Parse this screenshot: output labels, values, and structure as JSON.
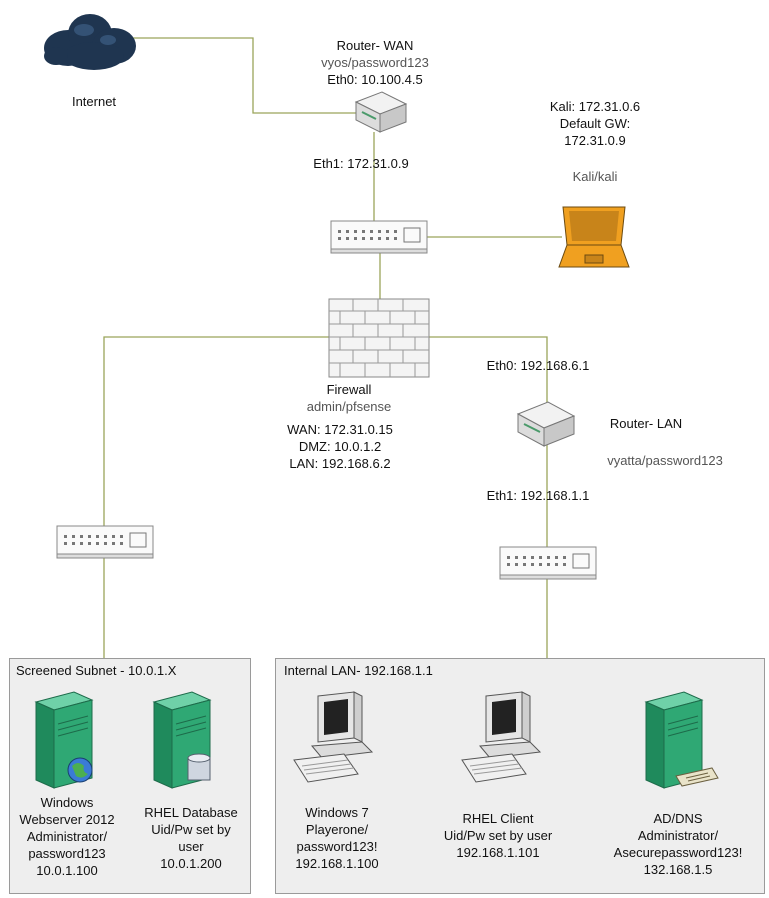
{
  "internet": {
    "label": "Internet"
  },
  "router_wan": {
    "title": "Router- WAN",
    "creds": "vyos/password123",
    "eth0": "Eth0: 10.100.4.5",
    "eth1": "Eth1: 172.31.0.9"
  },
  "kali": {
    "line1": "Kali: 172.31.0.6",
    "line2": "Default GW:",
    "line3": "172.31.0.9",
    "creds": "Kali/kali"
  },
  "firewall": {
    "title": "Firewall",
    "creds": "admin/pfsense",
    "wan": "WAN: 172.31.0.15",
    "dmz": "DMZ: 10.0.1.2",
    "lan": "LAN: 192.168.6.2"
  },
  "router_lan": {
    "title": "Router- LAN",
    "eth0": "Eth0: 192.168.6.1",
    "creds": "vyatta/password123",
    "eth1": "Eth1: 192.168.1.1"
  },
  "screened": {
    "title": "Screened Subnet - 10.0.1.X",
    "web": [
      "Windows",
      "Webserver 2012",
      "Administrator/",
      "password123",
      "10.0.1.100"
    ],
    "db": [
      "RHEL Database",
      "Uid/Pw set by",
      "user",
      "10.0.1.200"
    ]
  },
  "internal": {
    "title": "Internal LAN- 192.168.1.1",
    "win7": [
      "Windows 7",
      "Playerone/",
      "password123!",
      "192.168.1.100"
    ],
    "rhel": [
      "RHEL Client",
      "Uid/Pw set by user",
      "192.168.1.101"
    ],
    "ad": [
      "AD/DNS",
      "Administrator/",
      "Asecurepassword123!",
      "132.168.1.5"
    ]
  },
  "colors": {
    "link": "#9aa55a",
    "server": "#2fa874",
    "zone_bg": "#eeeeee",
    "laptop": "#f0a020",
    "cloud": "#1f3550"
  }
}
